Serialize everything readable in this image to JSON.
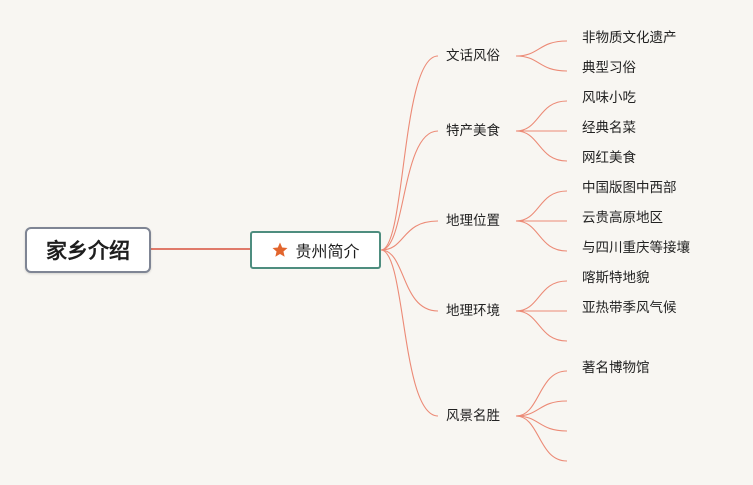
{
  "root": {
    "label": "家乡介绍"
  },
  "center": {
    "label": "贵州简介",
    "icon": "star-icon",
    "icon_color": "#e2652d"
  },
  "line_colors": {
    "root_link": "#e07a6a",
    "branch": "#ec8a76"
  },
  "topics": [
    {
      "label": "文话风俗",
      "children": [
        "非物质文化遗产",
        "典型习俗"
      ]
    },
    {
      "label": "特产美食",
      "children": [
        "风味小吃",
        "经典名菜",
        "网红美食"
      ]
    },
    {
      "label": "地理位置",
      "children": [
        "中国版图中西部",
        "云贵高原地区",
        "与四川重庆等接壤"
      ]
    },
    {
      "label": "地理环境",
      "children": [
        "喀斯特地貌",
        "亚热带季风气候",
        ""
      ]
    },
    {
      "label": "风景名胜",
      "children": [
        "著名博物馆",
        "",
        "",
        ""
      ]
    }
  ]
}
